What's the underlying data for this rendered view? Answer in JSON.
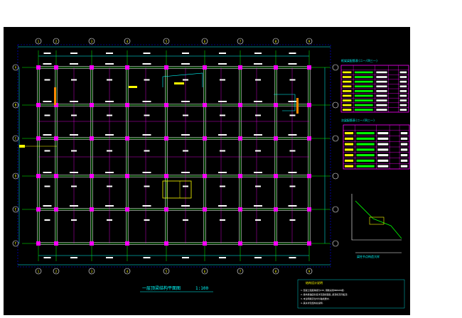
{
  "drawing": {
    "title": "一层顶梁结构平面图",
    "scale": "1:100",
    "axes": {
      "columns": [
        "1",
        "2",
        "3",
        "4",
        "5",
        "6",
        "7",
        "8",
        "9"
      ],
      "rows": [
        "A",
        "B",
        "C",
        "D",
        "E",
        "F"
      ]
    },
    "tables": [
      {
        "title": "框架梁配筋表(二一/四三一)",
        "rows": 10
      },
      {
        "title": "次梁配筋表(二一/四三一)",
        "rows": 8
      }
    ],
    "section_label": "梁柱节点构造大样",
    "notes_title": "结构设计说明",
    "notes": [
      "1.混凝土强度等级为C30,钢筋采用HRB400级.",
      "2.梁纵筋锚固长度详见国标图集,梁顶标高同板顶.",
      "3.未注明梁定位均为轴线居中.",
      "4.其余详见结构总说明."
    ],
    "colors": {
      "axis": "#00ff00",
      "beam": "#ffffff",
      "column": "#ff00ff",
      "dimension": "#00ffff",
      "accent": "#ffff00",
      "title": "#00ffff",
      "table_border": "#ff00ff"
    }
  }
}
